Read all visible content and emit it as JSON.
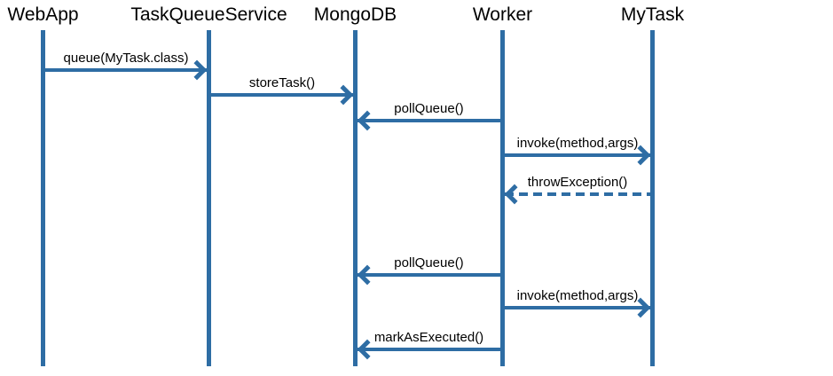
{
  "diagram": {
    "type": "sequence",
    "participants": [
      {
        "label": "WebApp"
      },
      {
        "label": "TaskQueueService"
      },
      {
        "label": "MongoDB"
      },
      {
        "label": "Worker"
      },
      {
        "label": "MyTask"
      }
    ],
    "messages": [
      {
        "label": "queue(MyTask.class)",
        "from": "WebApp",
        "to": "TaskQueueService",
        "line": "solid"
      },
      {
        "label": "storeTask()",
        "from": "TaskQueueService",
        "to": "MongoDB",
        "line": "solid"
      },
      {
        "label": "pollQueue()",
        "from": "Worker",
        "to": "MongoDB",
        "line": "solid"
      },
      {
        "label": "invoke(method,args)",
        "from": "Worker",
        "to": "MyTask",
        "line": "solid"
      },
      {
        "label": "throwException()",
        "from": "MyTask",
        "to": "Worker",
        "line": "dashed"
      },
      {
        "label": "pollQueue()",
        "from": "Worker",
        "to": "MongoDB",
        "line": "solid"
      },
      {
        "label": "invoke(method,args)",
        "from": "Worker",
        "to": "MyTask",
        "line": "solid"
      },
      {
        "label": "markAsExecuted()",
        "from": "Worker",
        "to": "MongoDB",
        "line": "solid"
      }
    ],
    "colors": {
      "line": "#2E6DA4",
      "text": "#000000",
      "background": "#FFFFFF"
    }
  }
}
